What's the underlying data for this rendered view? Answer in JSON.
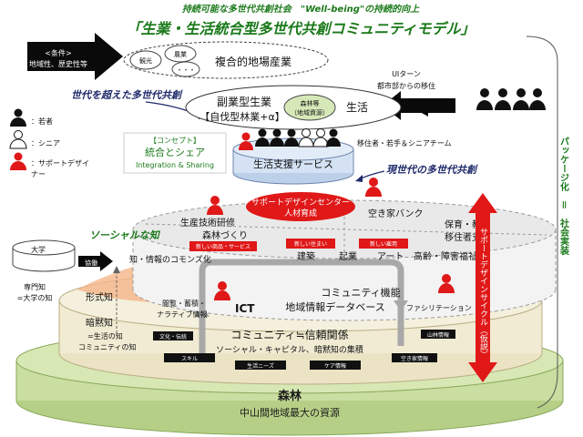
{
  "header": {
    "subtitle": "持続可能な多世代共創社会　\"Well-being\"の持続的向上",
    "title": "「生業・生活統合型多世代共創コミュニティモデル」"
  },
  "condition": {
    "line1": "<条件>",
    "line2": "地域性、歴史性等"
  },
  "industry": {
    "bubble_kanko": "観光",
    "bubble_nogyo": "農業",
    "bubble_etc": "・・・",
    "label": "複合的地場産業"
  },
  "migration": {
    "line1": "UIターン",
    "line2": "都市部からの移住"
  },
  "beyond_generation": "世代を超えた多世代共創",
  "side_label": "パッケージ化　＝　社会実装",
  "legend": {
    "youth": "：若者",
    "senior": "：シニア",
    "designer_l1": "：サポートデザイ",
    "designer_l2": "ナー"
  },
  "concept": {
    "tag": "【コンセプト】",
    "title": "統合とシェア",
    "english": "Integration & Sharing"
  },
  "livelihood": {
    "fukugyo": "副業型生業",
    "jikyu": "【自伐型林業+α】",
    "forest_l1": "森林等",
    "forest_l2": "（地域資源）",
    "life": "生活",
    "service": "生活支援サービス",
    "team": "移住者・若手＆シニアチーム",
    "current_gen": "現世代の多世代共創"
  },
  "support_center": {
    "line1": "サポートデザインセンター",
    "line2": "人材育成"
  },
  "upper_disk": {
    "training": "生産技術研修",
    "forest_making": "森林づくり",
    "akiya": "空き家バンク",
    "childcare": "保育・教育",
    "migrant_support": "移住者支援",
    "tag_business": "新しい商品・サービス",
    "tag_dwelling": "新しい住まい",
    "tag_employment": "新しい雇用",
    "architecture": "建築",
    "startup": "起業",
    "art": "アート",
    "welfare": "高齢・障害福祉"
  },
  "knowledge": {
    "social": "ソーシャルな知",
    "university": "大学",
    "collab": "協働",
    "commons": "知・情報のコモンズ化",
    "expert_l1": "専門知",
    "expert_l2": "=大学の知",
    "formal": "形式知",
    "narrative_l1": "閲覧・蓄積・",
    "narrative_l2": "ナラティブ情報",
    "tacit": "暗黙知",
    "tacit_l1": "=生活の知",
    "tacit_l2": "コミュニティの知"
  },
  "middle": {
    "ict": "ICT",
    "community_func": "コミュニティ機能",
    "regional_db": "地域情報データベース",
    "facilitation": "ファシリテーション",
    "trust": "コミュニティ≒信頼関係",
    "social_capital": "ソーシャル・キャピタル、暗黙知の集積",
    "tag_culture": "文化・伝統",
    "tag_forest_info": "山林情報",
    "tag_skill": "スキル",
    "tag_needs": "生活ニーズ",
    "tag_care": "ケア情報",
    "tag_akiya": "空き家情報"
  },
  "support_cycle": "サポートデザインサイクル（仮説）",
  "base": {
    "title": "森林",
    "subtitle": "中山間地域最大の資源"
  },
  "colors": {
    "title_green": "#1b7a1b",
    "italic_green": "#1f8a1f",
    "support_red": "#e01818",
    "forest_green": "#c9dea0",
    "cream": "#f1ebd3",
    "salmon": "#f4b487",
    "navy": "#1f2a6a"
  }
}
